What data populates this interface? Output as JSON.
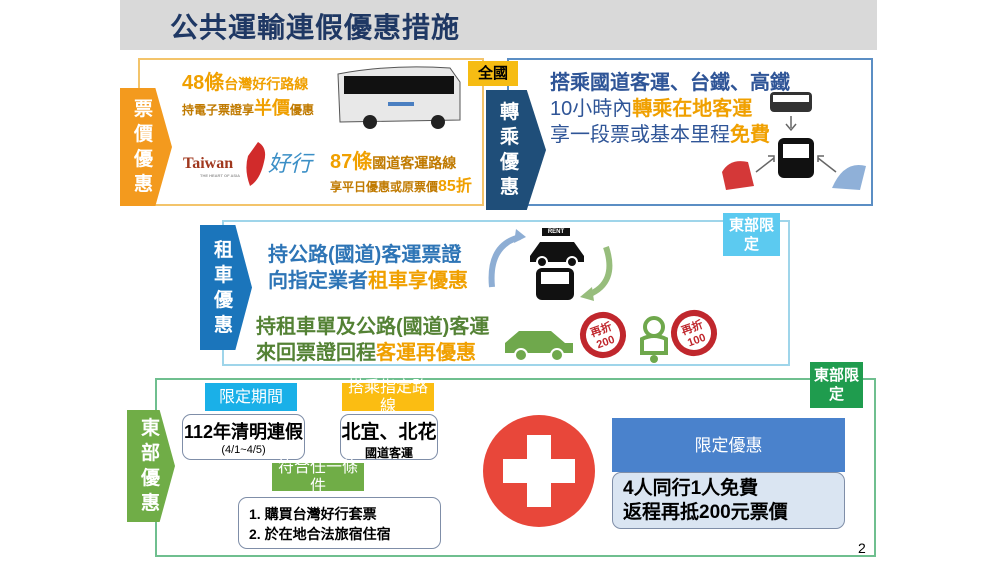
{
  "title": "公共運輸連假優惠措施",
  "fare": {
    "label": "票價優惠",
    "line1_num": "48條",
    "line1_text": "台灣好行路線",
    "line2_pre": "持電子票證享",
    "line2_hl": "半價",
    "line2_post": "優惠",
    "logo_text": "Taiwan",
    "logo_sub": "THE HEART OF ASIA",
    "logo_script": "好行",
    "line3_num": "87條",
    "line3_text": "國道客運路線",
    "line4_pre": "享平日優惠或原票價",
    "line4_hl": "85折"
  },
  "transfer": {
    "badge": "全國",
    "label": "轉乘優惠",
    "line1": "搭乘國道客運、台鐵、高鐵",
    "line2_pre": "10小時內",
    "line2_hl": "轉乘在地客運",
    "line3_pre": "享一段票或基本里程",
    "line3_hl": "免費"
  },
  "rental": {
    "badge": "東部限定",
    "label": "租車優惠",
    "line1": "持公路(國道)客運票證",
    "line2_pre": "向指定業者",
    "line2_hl": "租車享優惠",
    "line3": "持租車單及公路(國道)客運",
    "line4_pre": "來回票證回程",
    "line4_hl": "客運再優惠",
    "rent_sign": "RENT",
    "disc1_label": "再折",
    "disc1_value": "200",
    "disc2_label": "再折",
    "disc2_value": "100"
  },
  "east": {
    "badge": "東部限定",
    "label": "東部優惠",
    "period_header": "限定期間",
    "period_main": "112年清明連假",
    "period_sub": "(4/1~4/5)",
    "route_header": "搭乘指定路線",
    "route_main": "北宜、北花",
    "route_sub": "國道客運",
    "cond_header": "符合任一條件",
    "cond1": "1. 購買台灣好行套票",
    "cond2": "2. 於在地合法旅宿住宿",
    "offer_header": "限定優惠",
    "offer1": "4人同行1人免費",
    "offer2": "返程再抵200元票價"
  },
  "page_number": "2",
  "colors": {
    "orange": "#f39a1e",
    "navy": "#1f4e79",
    "blue": "#1b75bb",
    "cyan": "#29b6e8",
    "green": "#70ad47",
    "red": "#e8473a",
    "accent": "#f0a000"
  }
}
